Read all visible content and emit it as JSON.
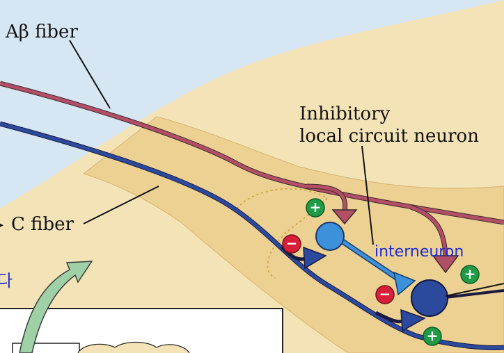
{
  "labels": {
    "abeta_fiber": "Aβ fiber",
    "c_fiber": "C fiber",
    "inhibitory_line1": "Inhibitory",
    "inhibitory_line2": "local circuit neuron",
    "interneuron": "interneuron",
    "korean_fragment": "다",
    "c_arrow_glyph": "▸"
  },
  "signs": {
    "plus": "+",
    "minus": "−"
  },
  "colors": {
    "background_blue": "#d6e6f3",
    "spinal_cord_tan": "#f5e3b8",
    "dorsal_horn": "#ecd193",
    "abeta_fiber": "#b24e66",
    "c_fiber": "#2c4a9d",
    "inhibitory_neuron": "#3d91da",
    "projection_neuron": "#2c4a9d",
    "plus_sign": "#1f9a45",
    "minus_sign": "#d81f3a",
    "annotation_blue": "#1c2bd6",
    "arrow_green": "#9fd0a6"
  },
  "icons": {
    "excitatory_synapse": "plus-circle-icon",
    "inhibitory_synapse": "minus-circle-icon",
    "curved_arrow": "curved-arrow-icon"
  }
}
